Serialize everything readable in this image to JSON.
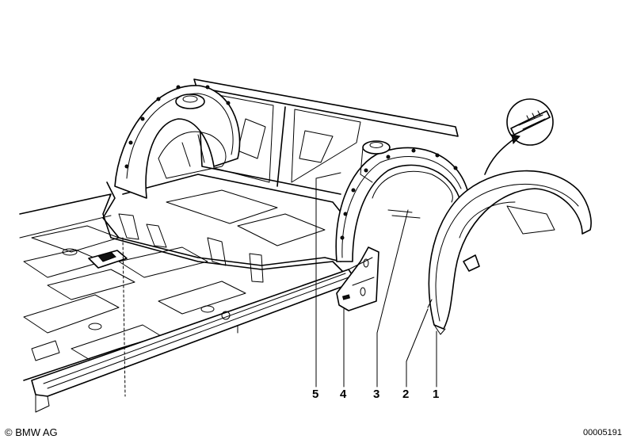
{
  "callouts": [
    "5",
    "4",
    "3",
    "2",
    "1"
  ],
  "copyright": "© BMW AG",
  "drawing_number": "00005191"
}
